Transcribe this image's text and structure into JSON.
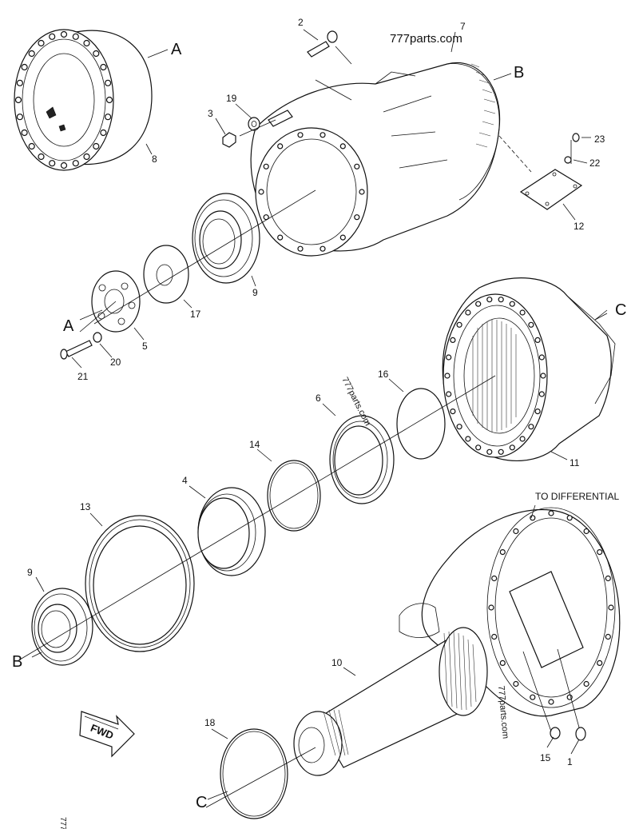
{
  "watermarks": {
    "top": "777parts.com",
    "middle": "777parts.com",
    "bottom": "777parts.com",
    "corner": "777"
  },
  "callouts": {
    "n1": "1",
    "n2": "2",
    "n3": "3",
    "n4": "4",
    "n5": "5",
    "n6": "6",
    "n7": "7",
    "n8": "8",
    "n9a": "9",
    "n9b": "9",
    "n10": "10",
    "n11": "11",
    "n12": "12",
    "n13": "13",
    "n14": "14",
    "n15": "15",
    "n16": "16",
    "n17": "17",
    "n18": "18",
    "n19": "19",
    "n20": "20",
    "n21": "21",
    "n22": "22",
    "n23": "23"
  },
  "refs": {
    "a1": "A",
    "a2": "A",
    "b1": "B",
    "b2": "B",
    "c1": "C",
    "c2": "C"
  },
  "labels": {
    "to_differential": "TO DIFFERENTIAL",
    "fwd": "FWD"
  }
}
